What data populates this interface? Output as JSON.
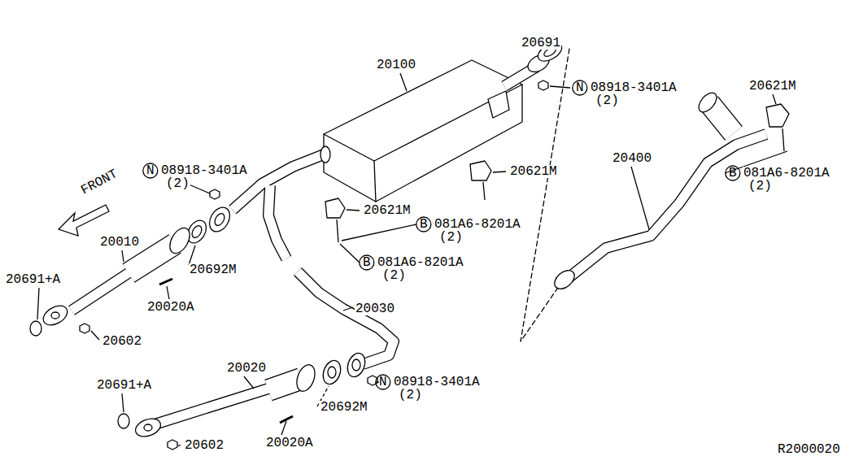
{
  "diagram": {
    "labels": [
      "20691",
      "20100",
      "N",
      "08918-3401A",
      "(2)",
      "20621M",
      "20621M",
      "B",
      "081A6-8201A",
      "(2)",
      "20621M",
      "B",
      "081A6-8201A",
      "(2)",
      "N",
      "08918-3401A",
      "(2)",
      "FRONT",
      "20010",
      "B",
      "081A6-8201A",
      "(2)",
      "20692M",
      "20691+A",
      "20020A",
      "20030",
      "20602",
      "20020",
      "N",
      "08918-3401A",
      "(2)",
      "20691+A",
      "20692M",
      "20400",
      "20602",
      "20020A",
      "R2000020"
    ]
  }
}
